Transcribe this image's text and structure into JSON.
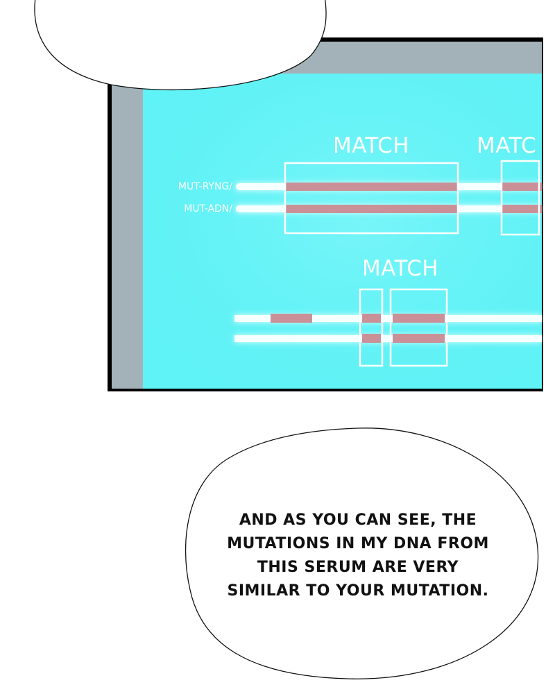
{
  "screen": {
    "bezel_color": "#a3b2b9",
    "display_color": "#5ff2f6",
    "mismatch_color": "#c99197",
    "upper_panel": {
      "match_labels": [
        "MATCH",
        "MATC"
      ],
      "tracks": [
        {
          "label": "MUT-RYNG/"
        },
        {
          "label": "MUT-ADN/"
        }
      ]
    },
    "lower_panel": {
      "match_labels": [
        "MATCH"
      ]
    }
  },
  "speech_bubble": {
    "lines": [
      "AND AS YOU CAN SEE, THE",
      "MUTATIONS IN MY DNA FROM",
      "THIS SERUM ARE VERY",
      "SIMILAR TO YOUR MUTATION."
    ]
  }
}
